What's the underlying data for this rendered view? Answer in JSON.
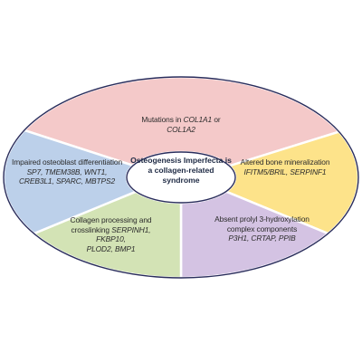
{
  "center": {
    "line1": "Osteogenesis Imperfecta",
    "line2": "is a collagen-related syndrome"
  },
  "segments": {
    "top": {
      "color": "#f4c9c9",
      "line1_prefix": "Mutations in ",
      "gene_a": "COL1A1",
      "joiner": " or ",
      "gene_b": "COL1A2"
    },
    "right": {
      "color": "#fde38a",
      "line1": "Altered bone mineralization",
      "line2": "IFITM5/BRIL, SERPINF1"
    },
    "bottom_right": {
      "color": "#d4c3e3",
      "line1": "Absent prolyl 3-hydroxylation",
      "line2": "complex components",
      "line3": "P3H1, CRTAP, PPIB"
    },
    "bottom_left": {
      "color": "#d3e3b5",
      "line1": "Collagen processing and",
      "line2_prefix": "crosslinking ",
      "line2_genes": "SERPINH1, FKBP10,",
      "line3": "PLOD2, BMP1"
    },
    "left": {
      "color": "#bcd0ea",
      "line1": "Impaired osteoblast differentiation",
      "line2": "SP7, TMEM38B, WNT1,",
      "line3": "CREB3L1, SPARC, MBTPS2"
    }
  },
  "colors": {
    "outline": "#2a2d5c",
    "center_fill": "#ffffff"
  }
}
